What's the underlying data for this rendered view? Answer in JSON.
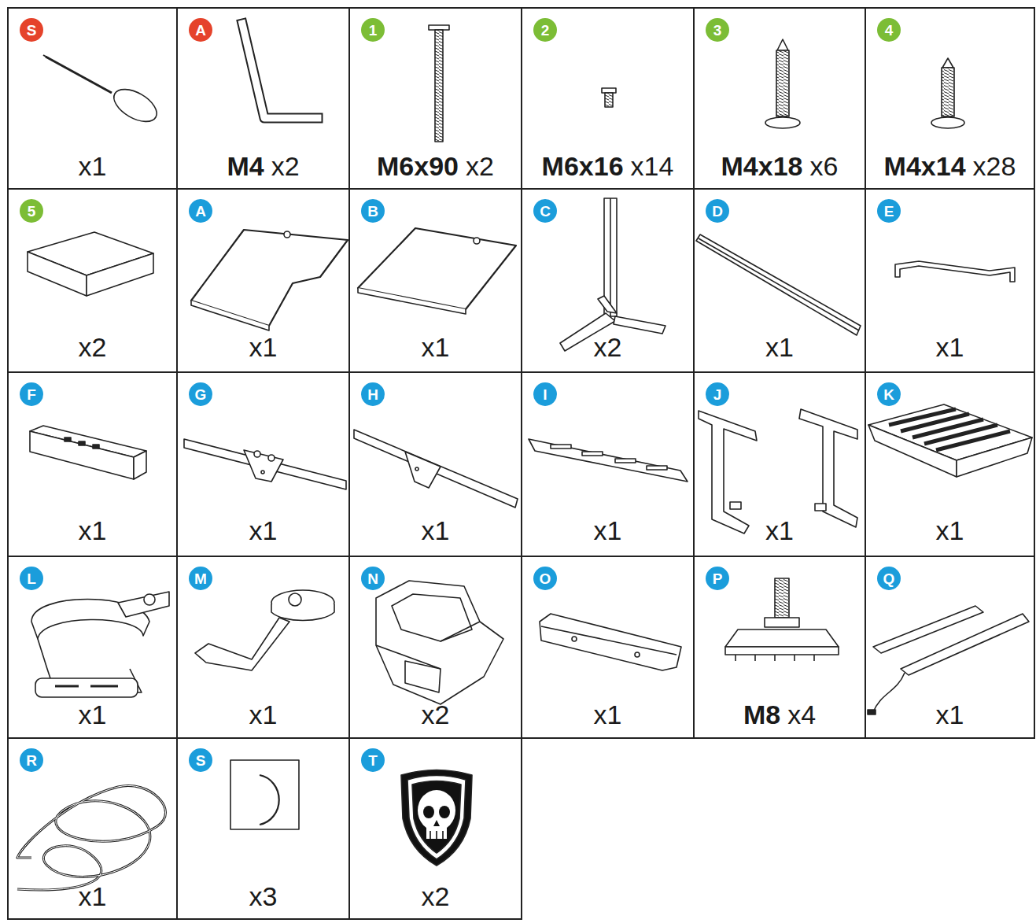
{
  "diagram": {
    "nodes": [
      {
        "text": [
          "x1"
        ]
      },
      {
        "text": [
          "S"
        ],
        "in": 0
      },
      {
        "text": [
          "M4",
          "x2"
        ]
      },
      {
        "text": [
          "A"
        ],
        "in": 2
      },
      {
        "text": [
          "M6x90",
          "x2"
        ]
      },
      {
        "text": [
          "1"
        ],
        "in": 4
      },
      {
        "text": [
          "M6x16",
          "x14"
        ]
      },
      {
        "text": [
          "2"
        ],
        "in": 6
      },
      {
        "text": [
          "M4x18",
          "x6"
        ]
      },
      {
        "text": [
          "3"
        ],
        "in": 8
      },
      {
        "text": [
          "M4x14",
          "x28"
        ]
      },
      {
        "text": [
          "4"
        ],
        "in": 10
      },
      {
        "text": [
          "x2"
        ]
      },
      {
        "text": [
          "5"
        ],
        "in": 12
      },
      {
        "text": [
          "x1"
        ]
      },
      {
        "text": [
          "A"
        ],
        "in": 14
      },
      {
        "text": [
          "x1"
        ]
      },
      {
        "text": [
          "B"
        ],
        "in": 16
      },
      {
        "text": [
          "x2"
        ]
      },
      {
        "text": [
          "C"
        ],
        "in": 18
      },
      {
        "text": [
          "x1"
        ]
      },
      {
        "text": [
          "D"
        ],
        "in": 20
      },
      {
        "text": [
          "x1"
        ]
      },
      {
        "text": [
          "E"
        ],
        "in": 22
      },
      {
        "text": [
          "x1"
        ]
      },
      {
        "text": [
          "F"
        ],
        "in": 24
      },
      {
        "text": [
          "x1"
        ]
      },
      {
        "text": [
          "G"
        ],
        "in": 26
      },
      {
        "text": [
          "x1"
        ]
      },
      {
        "text": [
          "H"
        ],
        "in": 28
      },
      {
        "text": [
          "x1"
        ]
      },
      {
        "text": [
          "I"
        ],
        "in": 30
      },
      {
        "text": [
          "x1"
        ]
      },
      {
        "text": [
          "J"
        ],
        "in": 32
      },
      {
        "text": [
          "x1"
        ]
      },
      {
        "text": [
          "K"
        ],
        "in": 34
      },
      {
        "text": [
          "x1"
        ]
      },
      {
        "text": [
          "L"
        ],
        "in": 36
      },
      {
        "text": [
          "x1"
        ]
      },
      {
        "text": [
          "M"
        ],
        "in": 38
      },
      {
        "text": [
          "x2"
        ]
      },
      {
        "text": [
          "N"
        ],
        "in": 40
      },
      {
        "text": [
          "x1"
        ]
      },
      {
        "text": [
          "O"
        ],
        "in": 42
      },
      {
        "text": [
          "M8",
          "x4"
        ]
      },
      {
        "text": [
          "P"
        ],
        "in": 44
      },
      {
        "text": [
          "x1"
        ]
      },
      {
        "text": [
          "Q"
        ],
        "in": 46
      },
      {
        "text": [
          "x1"
        ]
      },
      {
        "text": [
          "R"
        ],
        "in": 48
      },
      {
        "text": [
          "x3"
        ]
      },
      {
        "text": [
          "S"
        ],
        "in": 50
      },
      {
        "text": [
          "x2"
        ]
      },
      {
        "text": [
          "T"
        ],
        "in": 52
      }
    ]
  }
}
